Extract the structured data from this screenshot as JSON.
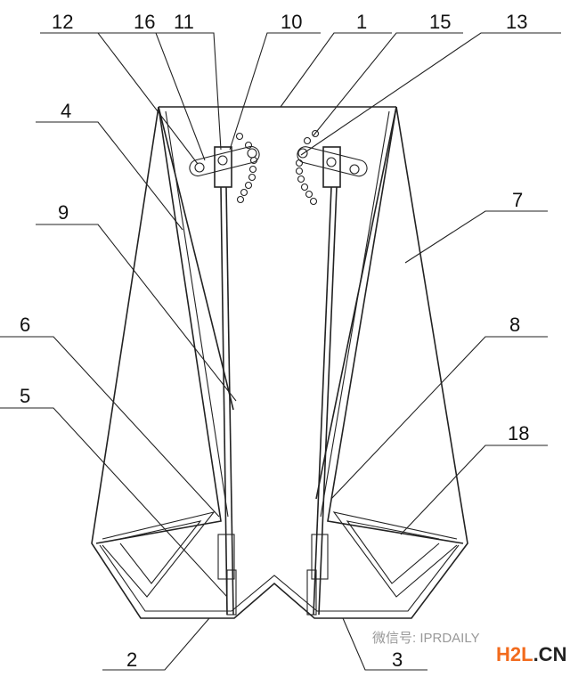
{
  "labels": {
    "l1": "1",
    "l2": "2",
    "l3": "3",
    "l4": "4",
    "l5": "5",
    "l6": "6",
    "l7": "7",
    "l8": "8",
    "l9": "9",
    "l10": "10",
    "l11": "11",
    "l12": "12",
    "l13": "13",
    "l15": "15",
    "l16": "16",
    "l18": "18"
  },
  "watermark": {
    "wechat": "微信号: IPRDAILY",
    "brand_a": "H2L",
    "brand_b": ".CN"
  }
}
